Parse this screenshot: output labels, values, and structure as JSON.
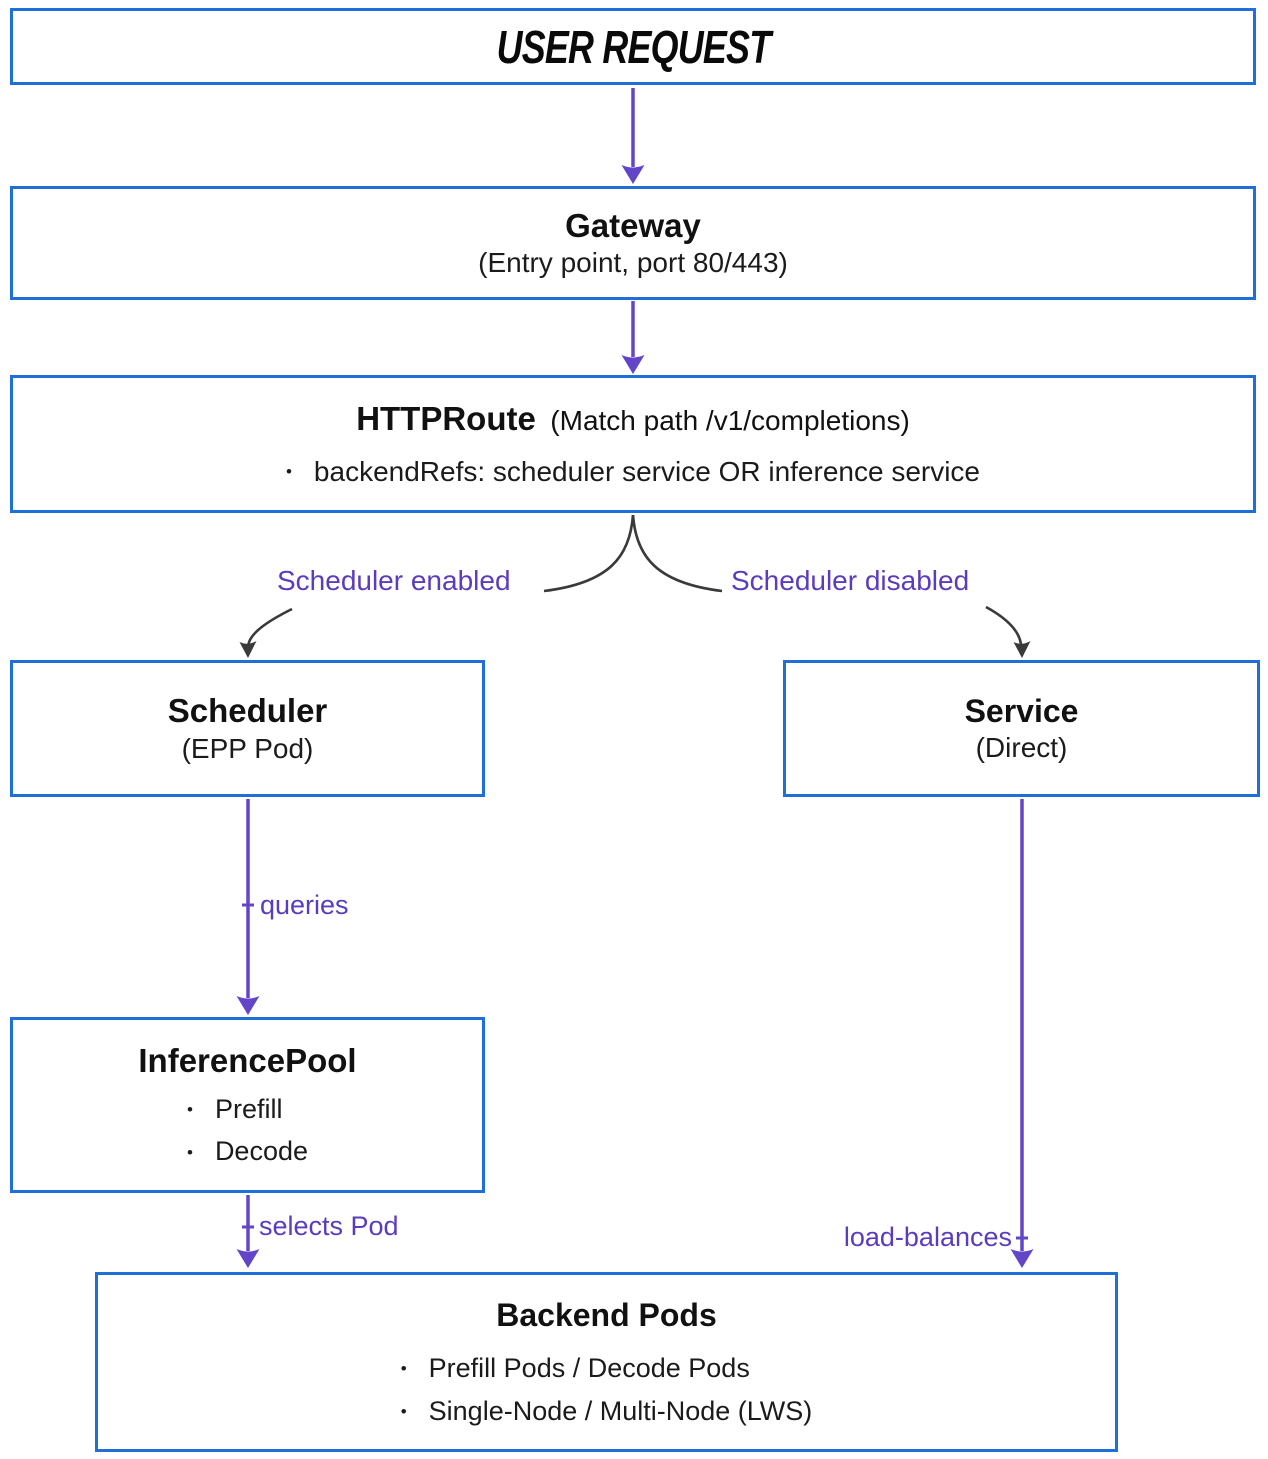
{
  "diagram": {
    "user_request": {
      "title": "USER REQUEST"
    },
    "gateway": {
      "title": "Gateway",
      "subtitle": "(Entry point, port 80/443)"
    },
    "httproute": {
      "title": "HTTPRoute",
      "title_suffix": "(Match path /v1/completions)",
      "bullet_char": "•",
      "bullets": [
        "backendRefs: scheduler service OR inference service"
      ]
    },
    "branch": {
      "left_label": "Scheduler enabled",
      "right_label": "Scheduler disabled"
    },
    "scheduler": {
      "title": "Scheduler",
      "subtitle": "(EPP Pod)"
    },
    "service": {
      "title": "Service",
      "subtitle": "(Direct)"
    },
    "inference_pool": {
      "title": "InferencePool",
      "bullet_char": "•",
      "bullets": [
        "Prefill",
        "Decode"
      ]
    },
    "backend_pods": {
      "title": "Backend Pods",
      "bullet_char": "•",
      "bullets": [
        "Prefill Pods / Decode Pods",
        "Single-Node / Multi-Node (LWS)"
      ]
    },
    "edge_labels": {
      "queries": "queries",
      "selects_pod": "selects Pod",
      "load_balances": "load-balances"
    },
    "colors": {
      "box_border_blue": "#1e6fd8",
      "arrow_purple": "#6345c9",
      "label_purple": "#5b3cbe",
      "branch_line_dark": "#3a3a3a",
      "text_black": "#111111",
      "background": "#ffffff"
    }
  }
}
